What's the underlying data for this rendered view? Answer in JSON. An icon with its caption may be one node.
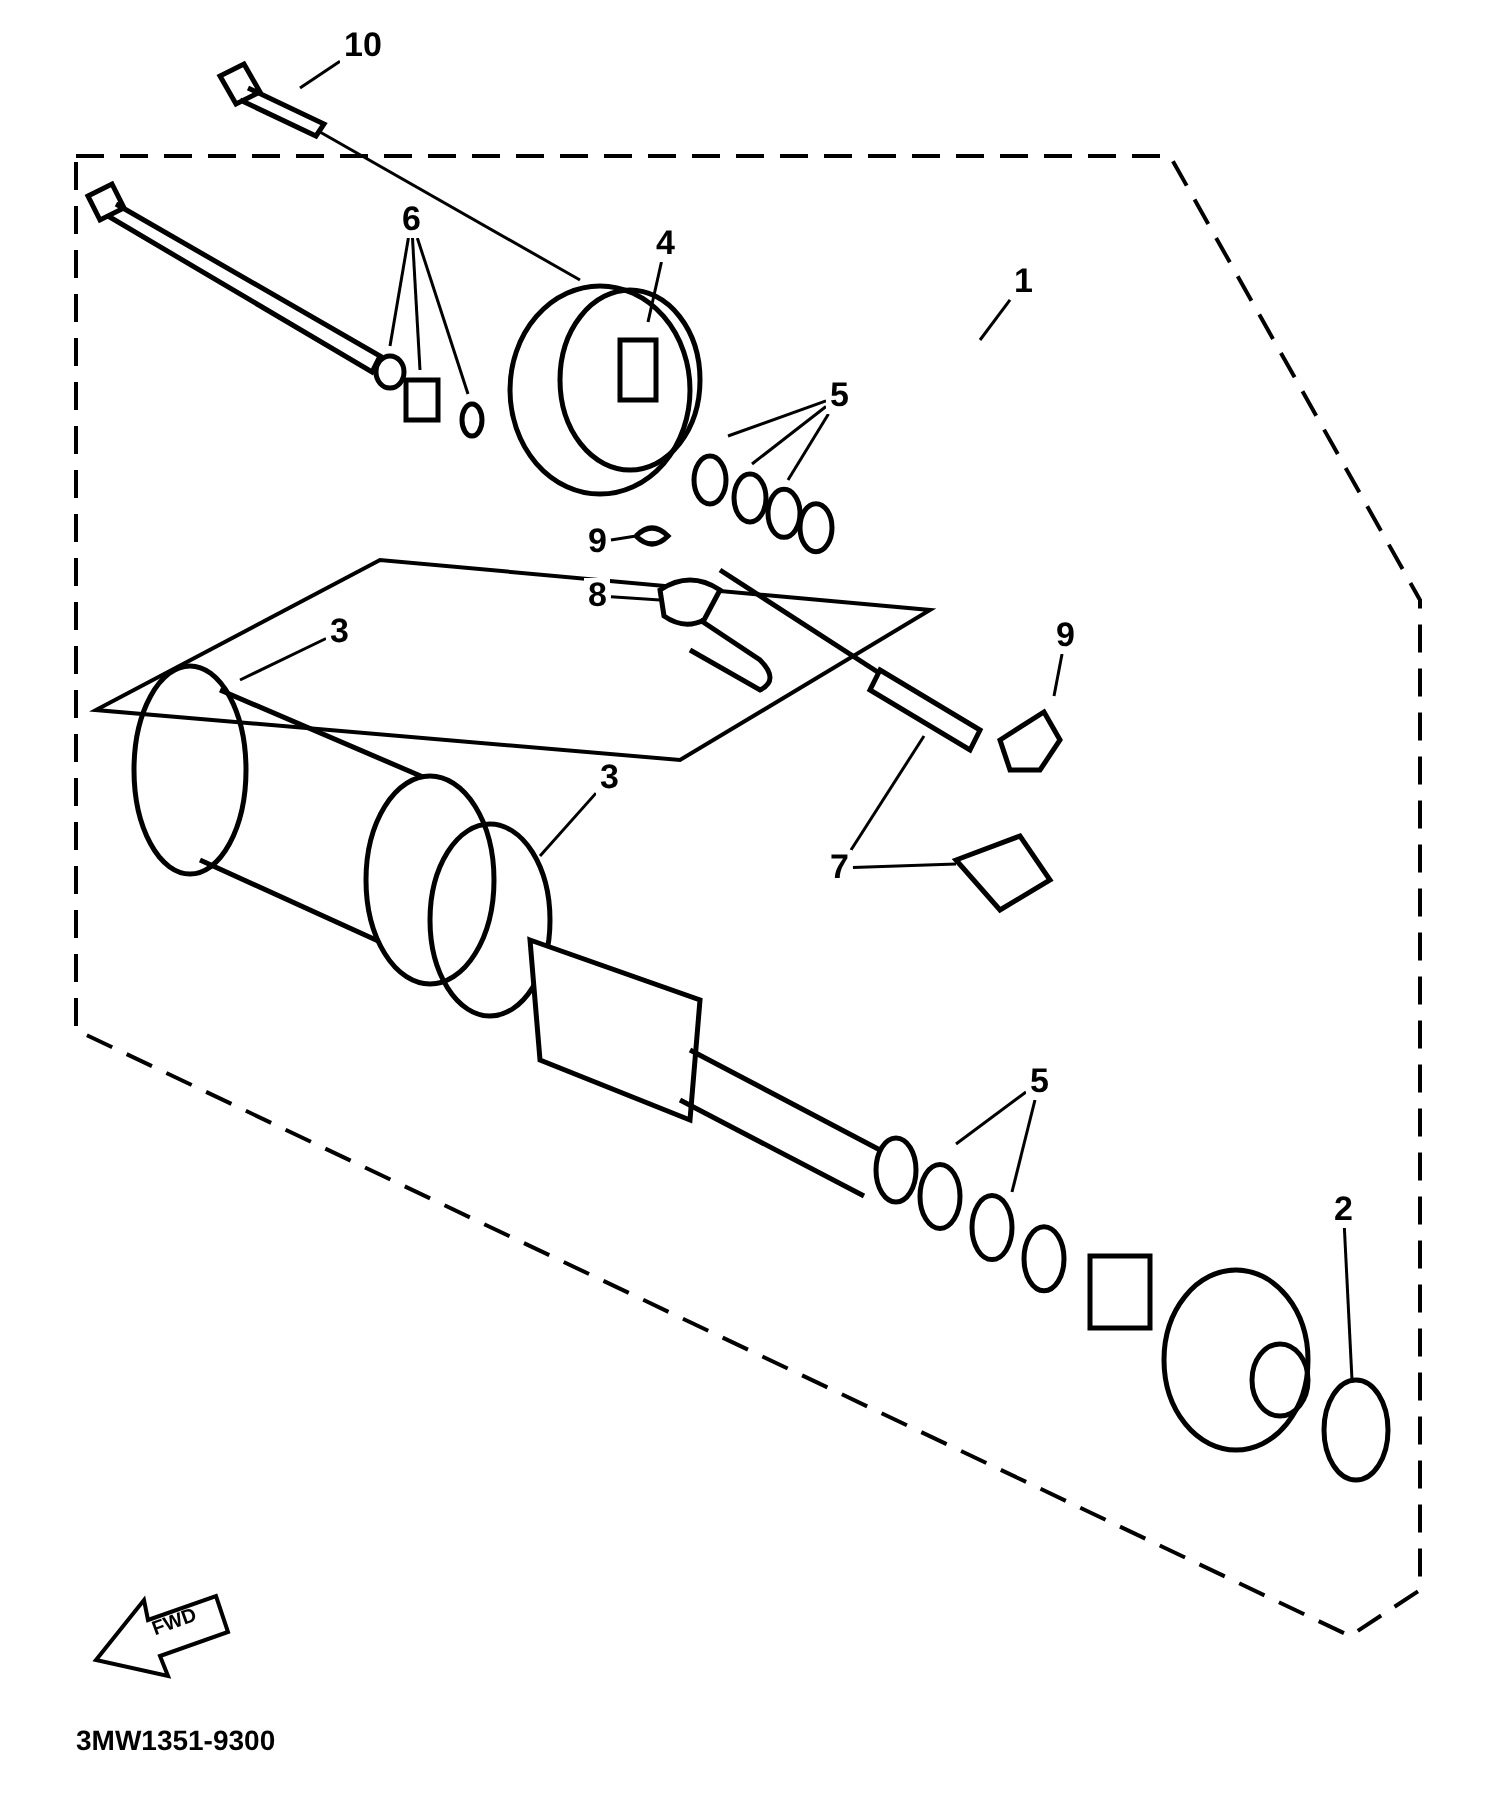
{
  "diagram": {
    "nodes": [
      {
        "text": [
          "10"
        ]
      },
      {
        "text": [
          "6"
        ]
      },
      {
        "text": [
          "4"
        ]
      },
      {
        "text": [
          "1"
        ]
      },
      {
        "text": [
          "5"
        ]
      },
      {
        "text": [
          "9"
        ]
      },
      {
        "text": [
          "8"
        ]
      },
      {
        "text": [
          "3"
        ]
      },
      {
        "text": [
          "9"
        ]
      },
      {
        "text": [
          "3"
        ]
      },
      {
        "text": [
          "7"
        ]
      },
      {
        "text": [
          "5"
        ]
      },
      {
        "text": [
          "2"
        ]
      }
    ],
    "edges": [
      {
        "from": 0,
        "to": null,
        "arrow": "none"
      },
      {
        "from": 1,
        "to": null,
        "arrow": "none"
      },
      {
        "from": 1,
        "to": null,
        "arrow": "none"
      },
      {
        "from": 1,
        "to": null,
        "arrow": "none"
      },
      {
        "from": 2,
        "to": null,
        "arrow": "none"
      },
      {
        "from": 3,
        "to": null,
        "arrow": "none"
      },
      {
        "from": 4,
        "to": null,
        "arrow": "none"
      },
      {
        "from": 4,
        "to": null,
        "arrow": "none"
      },
      {
        "from": 4,
        "to": null,
        "arrow": "none"
      },
      {
        "from": 5,
        "to": null,
        "arrow": "none"
      },
      {
        "from": 6,
        "to": null,
        "arrow": "none"
      },
      {
        "from": 7,
        "to": null,
        "arrow": "none"
      },
      {
        "from": 8,
        "to": null,
        "arrow": "none"
      },
      {
        "from": 9,
        "to": null,
        "arrow": "none"
      },
      {
        "from": 10,
        "to": null,
        "arrow": "none"
      },
      {
        "from": 10,
        "to": null,
        "arrow": "none"
      },
      {
        "from": 11,
        "to": null,
        "arrow": "none"
      },
      {
        "from": 11,
        "to": null,
        "arrow": "none"
      },
      {
        "from": 12,
        "to": null,
        "arrow": "none"
      }
    ],
    "labels": [
      "FWD",
      "3MW1351-9300"
    ]
  }
}
